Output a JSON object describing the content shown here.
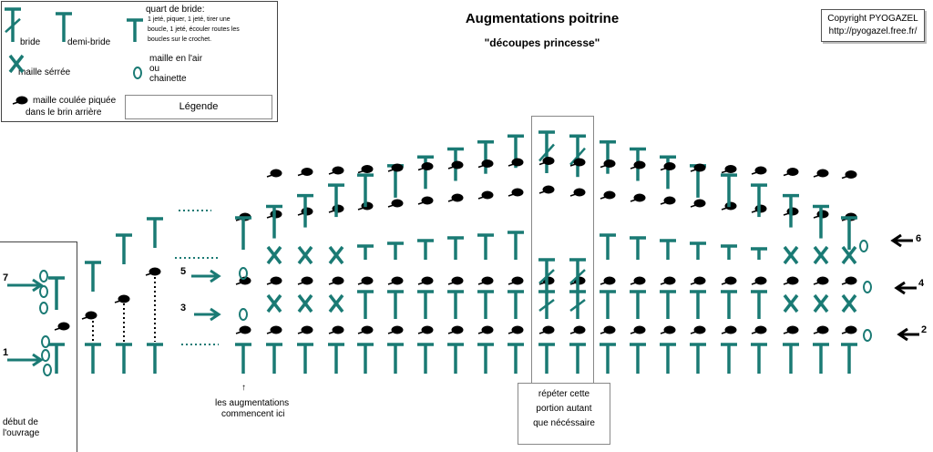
{
  "title": "Augmentations poitrine",
  "subtitle": "\"découpes princesse\"",
  "copyright": {
    "line1": "Copyright PYOGAZEL",
    "line2": "http://pyogazel.free.fr/"
  },
  "legend": {
    "bride": "bride",
    "demi_bride": "demi-bride",
    "quart_title": "quart de bride:",
    "quart_desc": [
      "1 jeté, piquer, 1 jeté, tirer une",
      "boucle, 1 jeté, écouler routes les",
      "boucles sur le crochet."
    ],
    "maille_serree": "maille sérrée",
    "maille_air": [
      "maille en l'air",
      "ou",
      "chainette"
    ],
    "maille_coulee": [
      "maille coulée piquée",
      "dans le brin arrière"
    ],
    "button": "Légende"
  },
  "notes": {
    "augment_arrow": "↑",
    "augment": [
      "les augmentations",
      "commencent ici"
    ],
    "repeat": [
      "répéter cette",
      "portion autant",
      "que nécéssaire"
    ],
    "debut": [
      "début de",
      "l'ouvrage"
    ]
  },
  "row_numbers": {
    "left": [
      "7",
      "5",
      "3",
      "1"
    ],
    "right": [
      "6",
      "4",
      "2"
    ]
  },
  "colors": {
    "stitch": "#1a7a74",
    "slip": "#000000",
    "arrow": "#1a7a74",
    "black_arrow": "#000000"
  }
}
